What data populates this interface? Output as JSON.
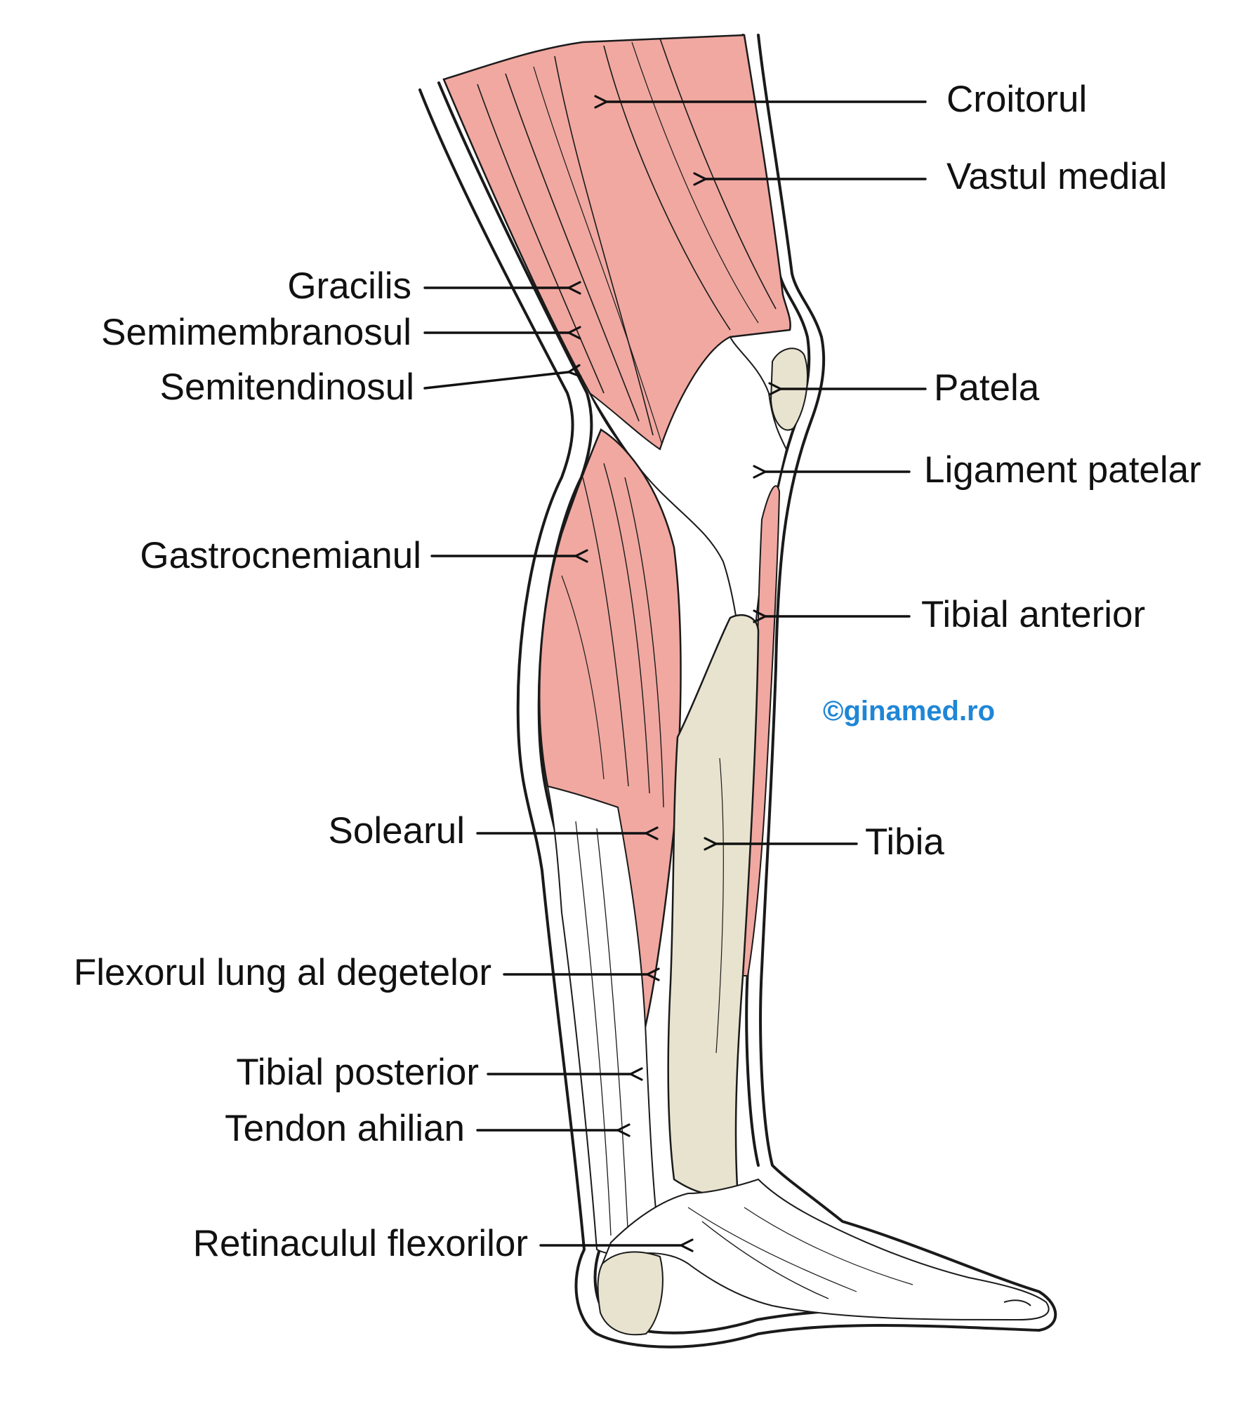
{
  "labels": {
    "croitorul": "Croitorul",
    "vastul_medial": "Vastul medial",
    "gracilis": "Gracilis",
    "semimembranosul": "Semimembranosul",
    "semitendinosul": "Semitendinosul",
    "patela": "Patela",
    "ligament_patelar": "Ligament patelar",
    "gastrocnemianul": "Gastrocnemianul",
    "tibial_anterior": "Tibial anterior",
    "solearul": "Solearul",
    "tibia": "Tibia",
    "flexorul_lung": "Flexorul lung al degetelor",
    "tibial_posterior": "Tibial posterior",
    "tendon_ahilian": "Tendon ahilian",
    "retinaculul": "Retinaculul flexorilor"
  },
  "watermark": "©ginamed.ro",
  "colors": {
    "muscle": "#f0a8a1",
    "bone": "#e8e3cf",
    "tendon": "#ffffff",
    "outline": "#1a1a1a",
    "watermark": "#1f86d6"
  }
}
